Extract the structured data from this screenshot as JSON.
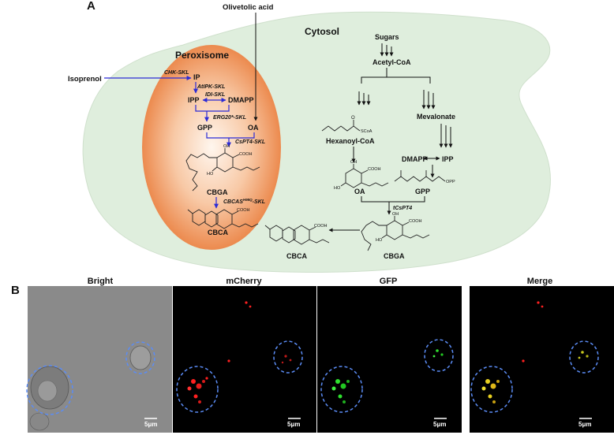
{
  "panel_a": {
    "label": "A",
    "compartments": {
      "cytosol": "Cytosol",
      "peroxisome": "Peroxisome"
    },
    "external": {
      "olivetolic_acid": "Olivetolic acid",
      "isoprenol": "Isoprenol"
    },
    "peroxisome_pathway": {
      "ip": "IP",
      "ipp": "IPP",
      "dmapp": "DMAPP",
      "gpp": "GPP",
      "oa": "OA",
      "cbga": "CBGA",
      "cbca": "CBCA",
      "ho": "HO",
      "oh": "OH",
      "cooh": "COOH",
      "cooh2": "COOH",
      "enz_chk": "CHK-SKL",
      "enz_atipk": "AtIPK-SKL",
      "enz_idi": "IDI-SKL",
      "enz_erg20": "ERG20*-SKL",
      "enz_cspt4": "CsPT4-SKL",
      "enz_cbcas": "CBCAS",
      "enz_cbcas_sup": "H98Q",
      "enz_cbcas_suffix": "-SKL"
    },
    "cytosol_pathway": {
      "sugars": "Sugars",
      "acetyl_coa": "Acetyl-CoA",
      "mevalonate": "Mevalonate",
      "hexanoyl_coa": "Hexanoyl-CoA",
      "scoa": "SCoA",
      "o": "O",
      "dmapp": "DMAPP",
      "ipp": "IPP",
      "oa": "OA",
      "gpp": "GPP",
      "opp": "OPP",
      "enz_tcspt4": "tCsPT4",
      "cbga": "CBGA",
      "cbca": "CBCA",
      "oh": "OH",
      "oh2": "OH",
      "ho": "HO",
      "ho2": "HO",
      "cooh": "COOH",
      "cooh2": "COOH",
      "cooh3": "COOH"
    }
  },
  "panel_b": {
    "label": "B",
    "images": [
      {
        "title": "Bright",
        "scale": "5μm"
      },
      {
        "title": "mCherry",
        "scale": "5μm"
      },
      {
        "title": "GFP",
        "scale": "5μm"
      },
      {
        "title": "Merge",
        "scale": "5μm"
      }
    ]
  },
  "colors": {
    "cytosol_fill": "#dfeedd",
    "peroxisome_center": "#fff5ec",
    "peroxisome_edge": "#ec8a4e",
    "enzyme_arrow": "#2b2bd6",
    "dashed_outline": "#5b8cf5",
    "mcherry": "#ff2020",
    "gfp": "#2ee02e",
    "merge": "#e8d020"
  }
}
